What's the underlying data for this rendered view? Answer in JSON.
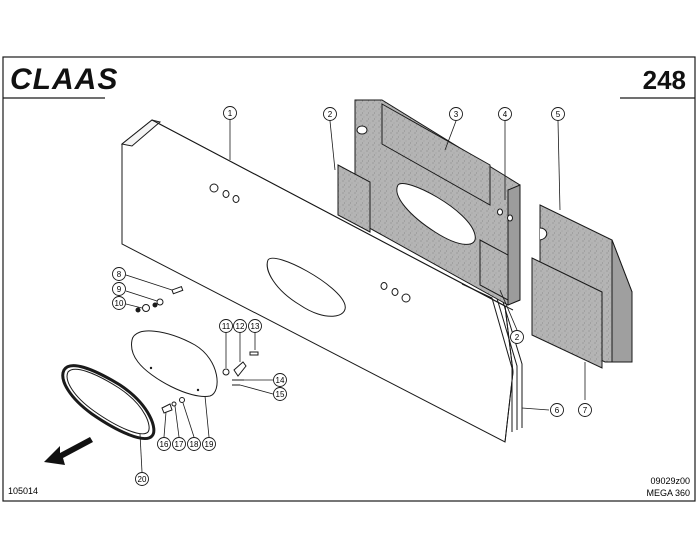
{
  "header": {
    "brand": "CLAAS",
    "page_number": "248"
  },
  "footer": {
    "doc_number": "105014",
    "drawing_code": "09029z00",
    "model": "MEGA 360"
  },
  "callouts": [
    "1",
    "2",
    "3",
    "4",
    "5",
    "2",
    "6",
    "7",
    "8",
    "9",
    "10",
    "11",
    "12",
    "13",
    "14",
    "15",
    "16",
    "17",
    "18",
    "19",
    "20"
  ],
  "colors": {
    "line": "#1a1a1a",
    "panel_fill": "#ffffff",
    "foam_fill": "#a8a8a8",
    "mat_fill": "#bdbdbd"
  },
  "icons": [
    "direction-arrow-icon"
  ]
}
